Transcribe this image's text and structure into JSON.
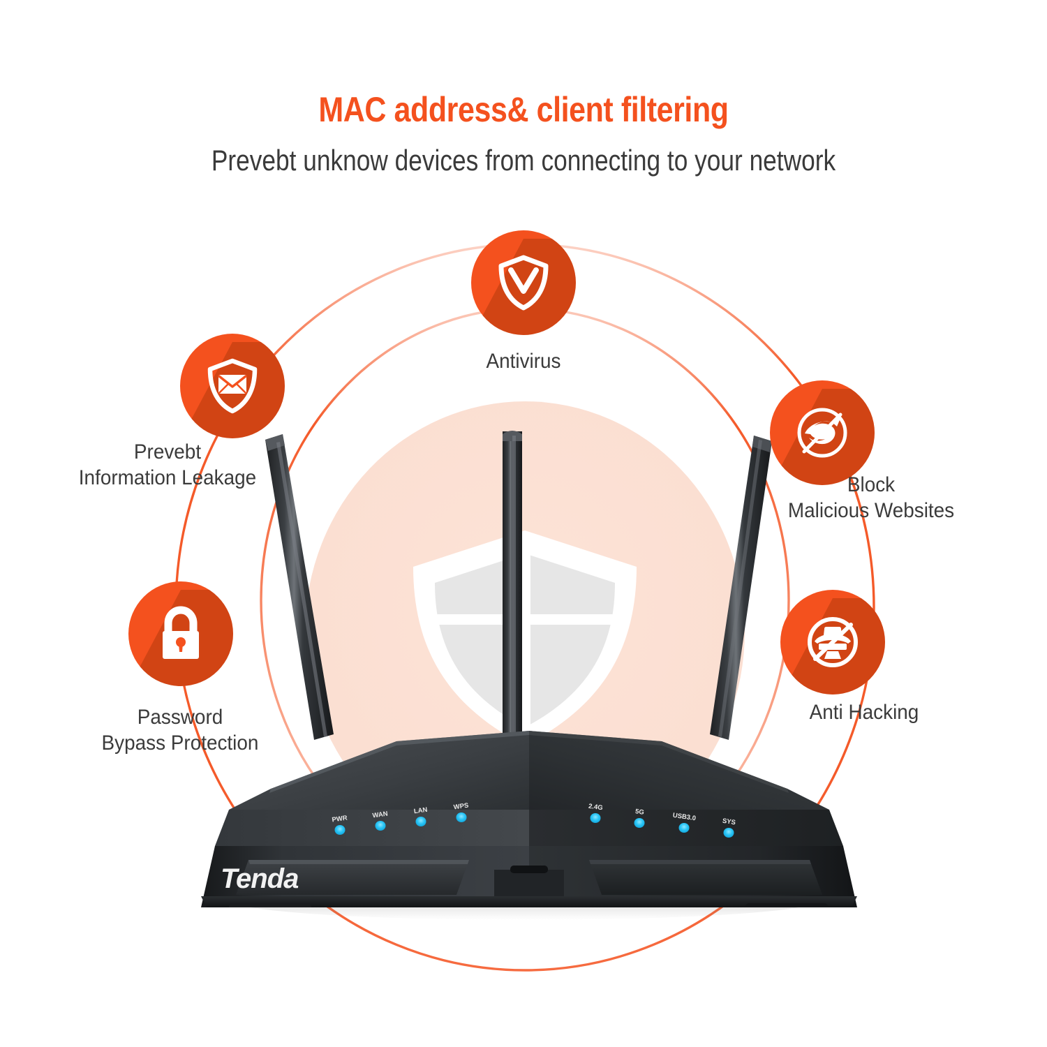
{
  "header": {
    "title": "MAC address& client filtering",
    "subtitle": "Prevebt unknow devices from connecting to your network"
  },
  "colors": {
    "accent_orange": "#f4511e",
    "accent_orange_dark": "#c33d12",
    "ring_stroke": "#f4511e",
    "background_circle": "#fbdfd2",
    "watermark_shield": "#ffffff",
    "text_dark": "#3b3b3b",
    "router_body": "#2f3134",
    "led_cyan": "#29c5f6",
    "page_background": "#ffffff"
  },
  "features": [
    {
      "id": "antivirus",
      "icon": "shield-chevron-icon",
      "label": "Antivirus"
    },
    {
      "id": "information-leakage",
      "icon": "shield-envelope-icon",
      "label": "Prevebt\nInformation Leakage"
    },
    {
      "id": "password-bypass",
      "icon": "padlock-icon",
      "label": "Password\nBypass Protection"
    },
    {
      "id": "malicious-websites",
      "icon": "browser-blocked-icon",
      "label": "Block\nMalicious Websites"
    },
    {
      "id": "anti-hacking",
      "icon": "hacker-prohibited-icon",
      "label": "Anti Hacking"
    }
  ],
  "router": {
    "brand": "Tenda",
    "antenna_count": 3,
    "led_groups": [
      {
        "side": "left",
        "leds": [
          "PWR",
          "WAN",
          "LAN",
          "WPS"
        ]
      },
      {
        "side": "right",
        "leds": [
          "2.4G",
          "5G",
          "USB3.0",
          "SYS"
        ]
      }
    ]
  }
}
